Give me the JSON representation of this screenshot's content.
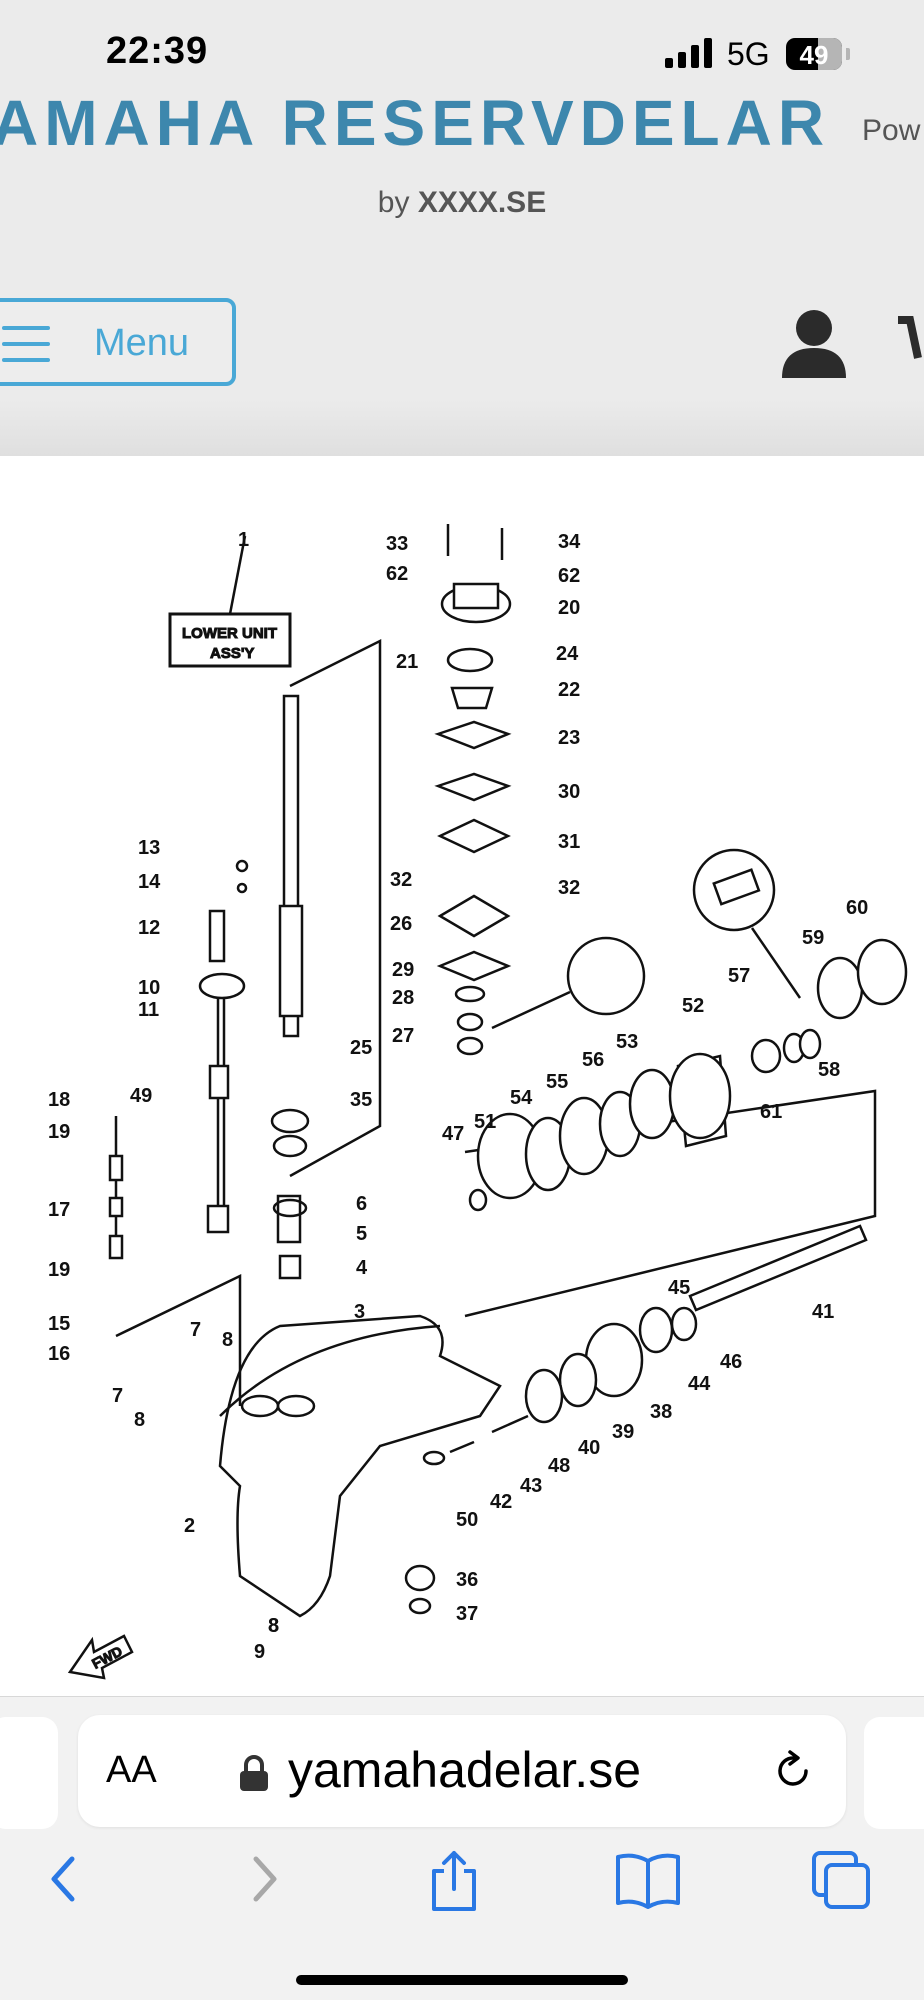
{
  "status_bar": {
    "time": "22:39",
    "network": "5G",
    "battery": "49"
  },
  "header": {
    "brand": "AMAHA RESERVDELAR",
    "powered_partial": "Pow",
    "byline_prefix": "by",
    "byline_site": "XXXX.SE",
    "menu_label": "Menu",
    "accent_color": "#3d87ad"
  },
  "diagram": {
    "box_label_line1": "LOWER UNIT",
    "box_label_line2": "ASS'Y",
    "fwd_label": "FWD",
    "part_numbers": [
      "1",
      "2",
      "3",
      "4",
      "5",
      "6",
      "7",
      "7",
      "8",
      "8",
      "8",
      "8",
      "9",
      "10",
      "11",
      "12",
      "13",
      "14",
      "15",
      "16",
      "17",
      "18",
      "19",
      "19",
      "20",
      "21",
      "22",
      "23",
      "24",
      "25",
      "26",
      "27",
      "28",
      "29",
      "30",
      "31",
      "32",
      "32",
      "33",
      "34",
      "35",
      "36",
      "37",
      "38",
      "39",
      "40",
      "41",
      "42",
      "43",
      "44",
      "45",
      "46",
      "47",
      "48",
      "49",
      "50",
      "51",
      "52",
      "53",
      "54",
      "55",
      "56",
      "57",
      "58",
      "59",
      "60",
      "61",
      "62",
      "62"
    ]
  },
  "browser": {
    "text_size_label": "AA",
    "url": "yamahadelar.se"
  },
  "icons": {
    "lock": "lock-icon",
    "reload": "reload-icon",
    "back": "back-icon",
    "forward": "forward-icon",
    "share": "share-icon",
    "bookmarks": "bookmarks-icon",
    "tabs": "tabs-icon",
    "user": "user-icon",
    "cart": "cart-icon",
    "menu": "hamburger-icon"
  }
}
